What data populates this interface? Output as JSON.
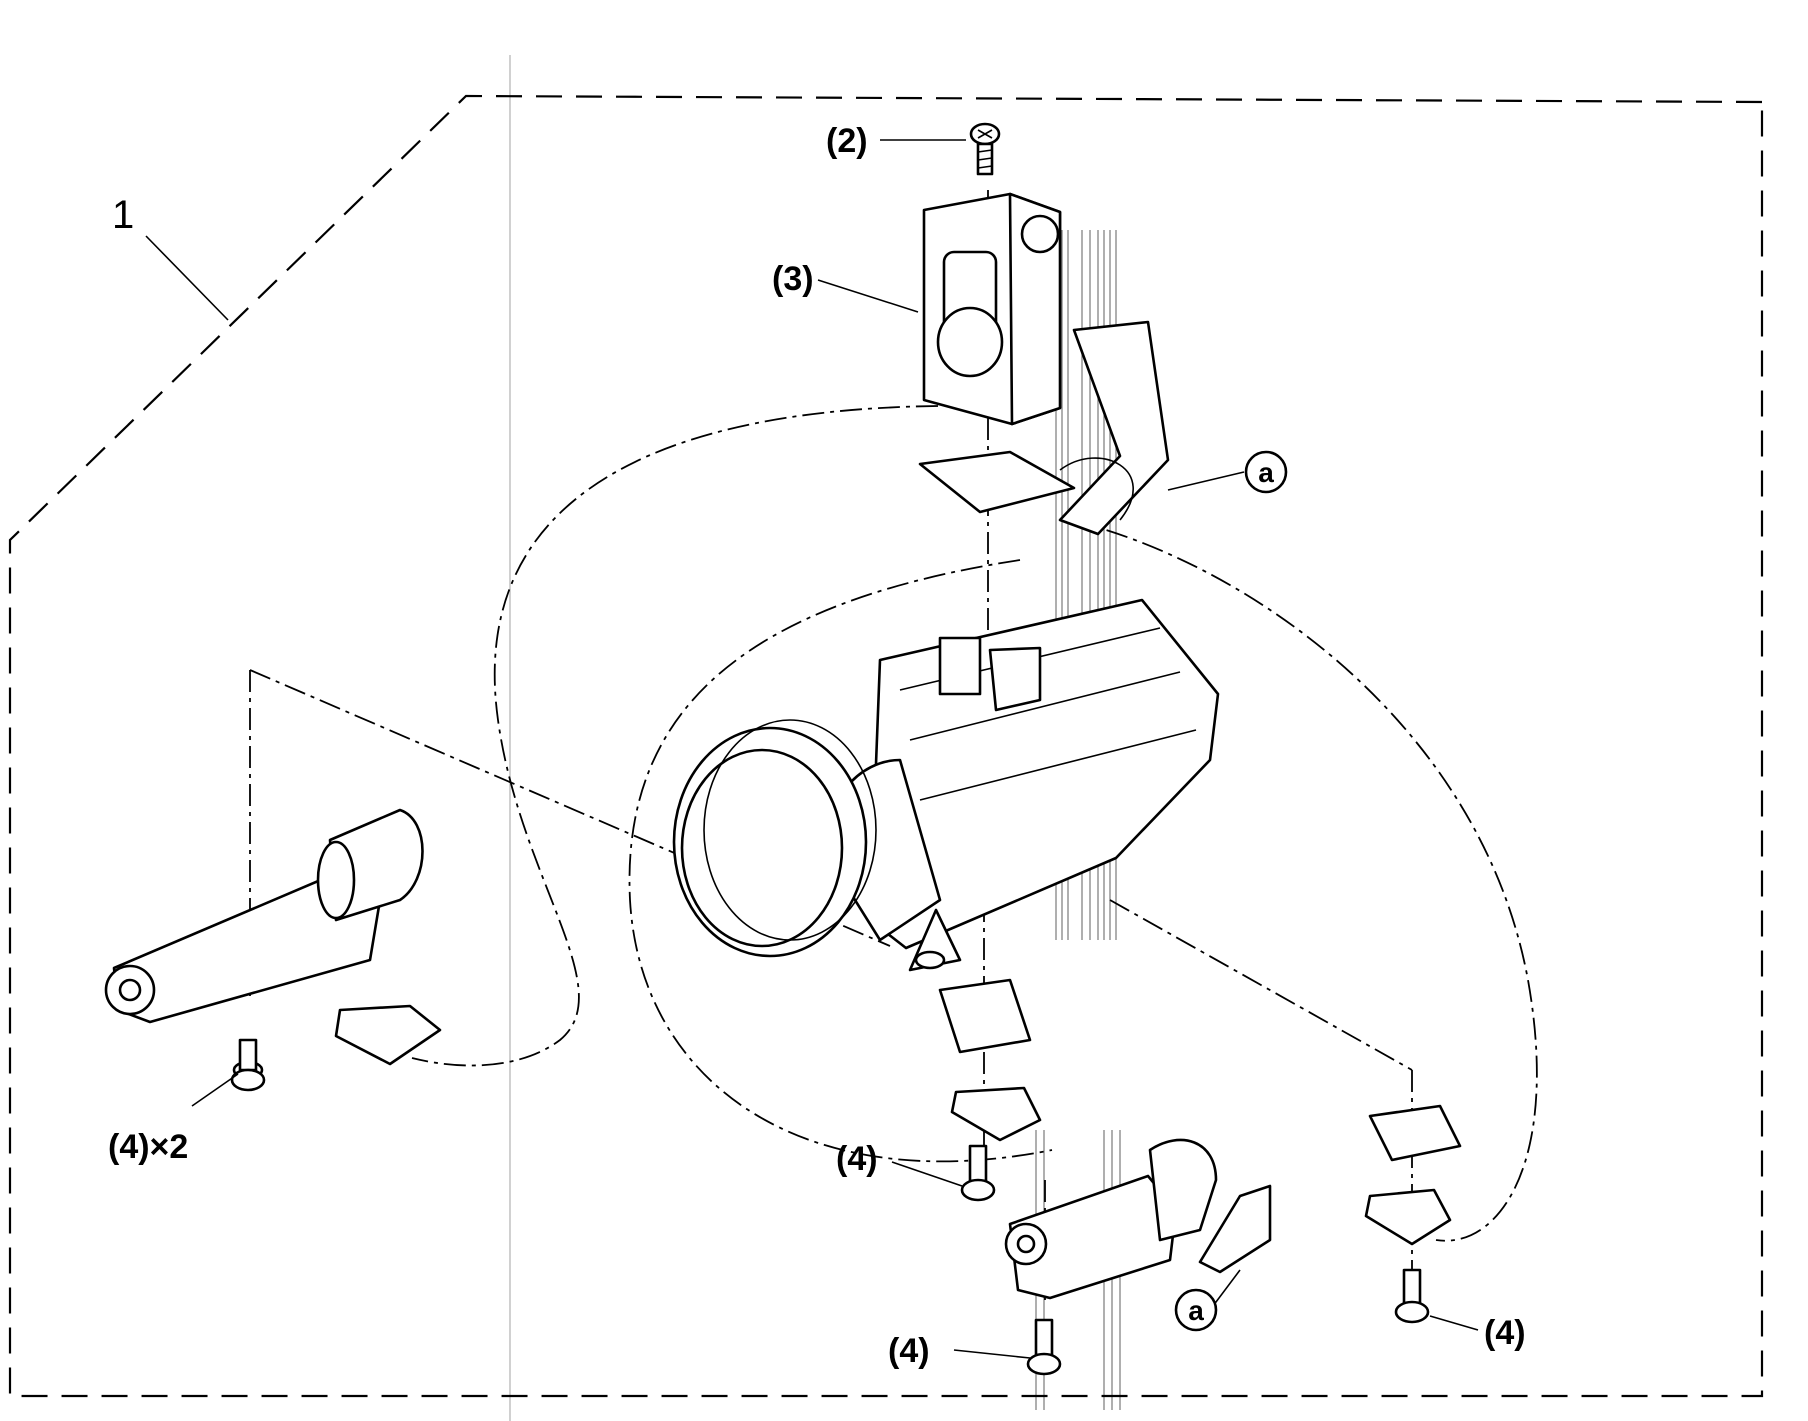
{
  "labels": {
    "assembly_ref": "1",
    "screw_top": "(2)",
    "housing": "(3)",
    "connector_ref_top": "a",
    "connector_ref_bottom": "a",
    "screw_left": "(4)×2",
    "screw_center": "(4)",
    "screw_bottom": "(4)",
    "screw_right": "(4)"
  },
  "colors": {
    "line": "#000000",
    "background": "#ffffff"
  }
}
